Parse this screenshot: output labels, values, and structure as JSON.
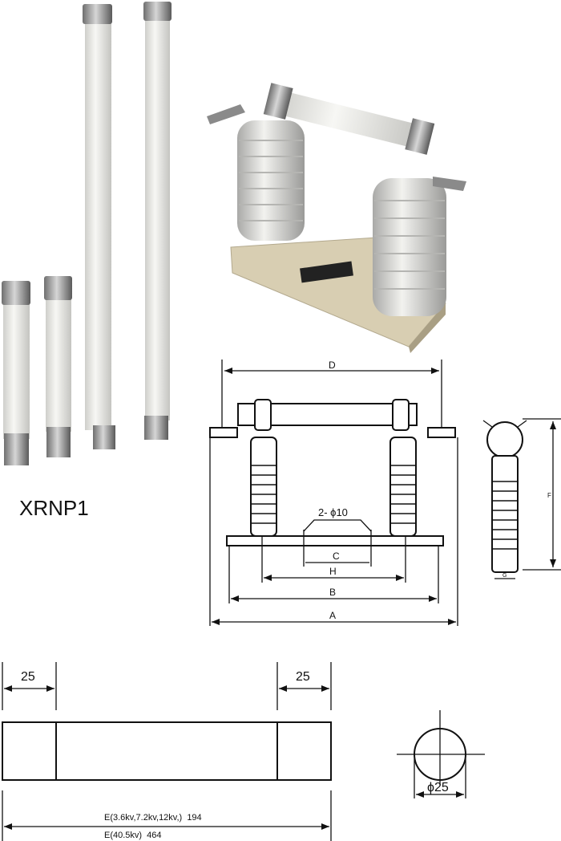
{
  "product": {
    "model": "XRNP1"
  },
  "assembly_drawing": {
    "dimensions": {
      "D": "D",
      "A": "A",
      "B": "B",
      "H": "H",
      "C": "C",
      "holes": "2- ϕ10"
    }
  },
  "side_drawing": {
    "dimensions": {
      "F": "F",
      "G": "G"
    }
  },
  "fuse_drawing": {
    "end_left": "25",
    "end_right": "25",
    "length_low_voltage": "E(3.6kv,7.2kv,12kv,)  194",
    "length_high_voltage": "E(40.5kv)  464",
    "diameter": "ϕ25"
  },
  "colors": {
    "porcelain": "#e9e9e6",
    "base": "#d8ceb2",
    "line": "#111111"
  }
}
